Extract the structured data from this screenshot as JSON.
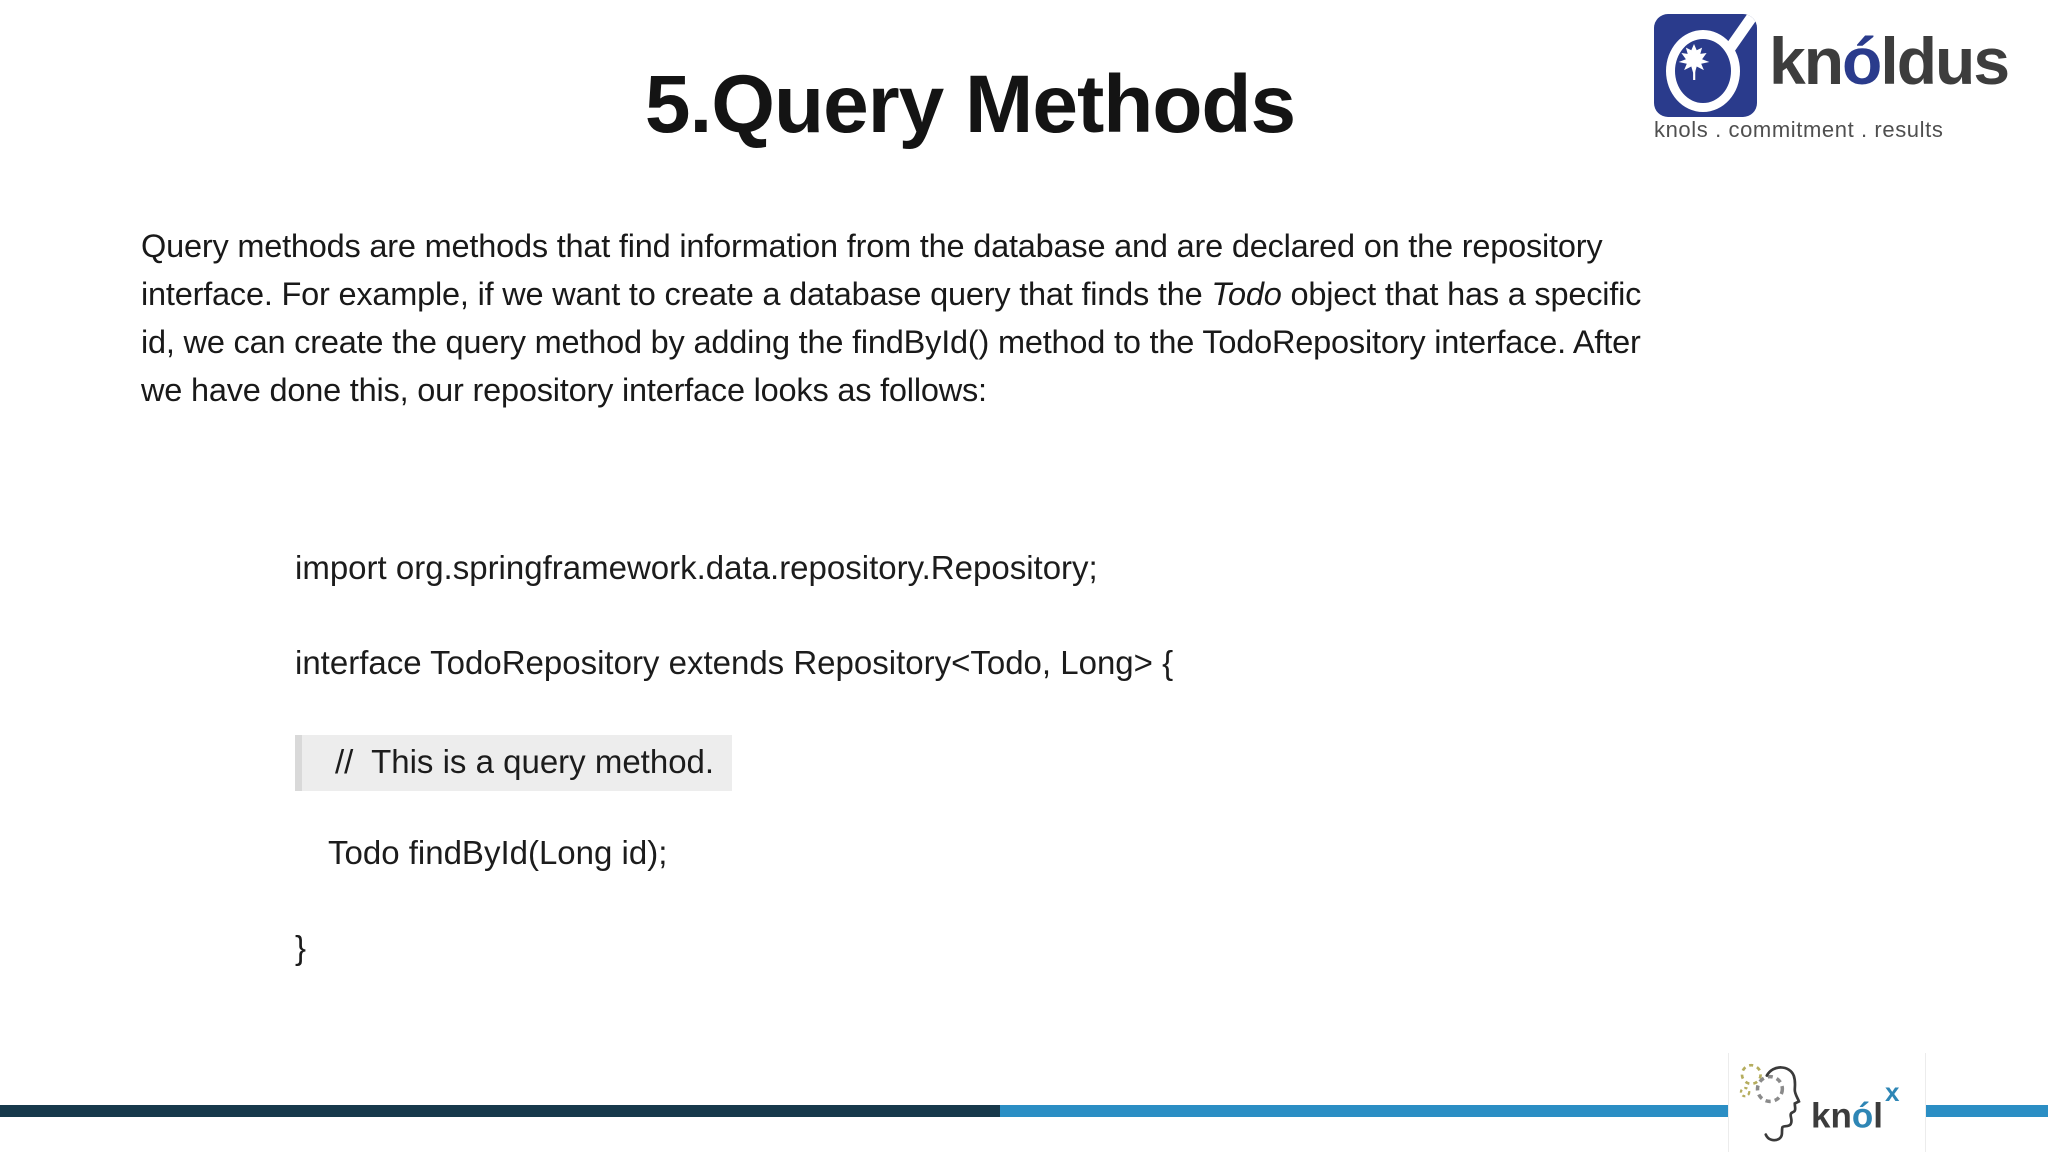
{
  "slide": {
    "title": "5.Query Methods",
    "paragraph": {
      "line1": "Query methods are methods that find information from the database and are declared on the repository",
      "line2_pre": "interface. For example, if we want to create a database query that finds the ",
      "line2_italic": "Todo",
      "line2_post": " object that has a specific",
      "line3": "id, we can create the query method by adding the findById() method to the TodoRepository interface. After",
      "line4": "we have done this, our repository interface looks as follows:"
    },
    "code": {
      "lines": [
        {
          "text": "import org.springframework.data.repository.Repository;"
        },
        {
          "text": "interface TodoRepository extends Repository<Todo, Long> {"
        },
        {
          "text": "//  This is a query method.",
          "highlighted": true
        },
        {
          "text": "Todo findById(Long id);"
        },
        {
          "text": "}"
        }
      ]
    }
  },
  "branding": {
    "knoldus_logo": {
      "wordmark_pre": "kn",
      "wordmark_accent": "ó",
      "wordmark_post": "ldus",
      "tagline": "knols . commitment . results"
    },
    "knolx_logo": {
      "wordmark_pre": "kn",
      "wordmark_accent": "ó",
      "wordmark_post": "l",
      "superscript": "x"
    }
  },
  "colors": {
    "knoldus_blue": "#2a3b8c",
    "knolx_blue": "#2e86b5",
    "bar_dark_navy": "#17394b",
    "bar_light_blue": "#2b8ec4",
    "code_highlight_bg": "#ededed",
    "code_highlight_edge": "#d9d9d9",
    "text_dark": "#191919"
  }
}
